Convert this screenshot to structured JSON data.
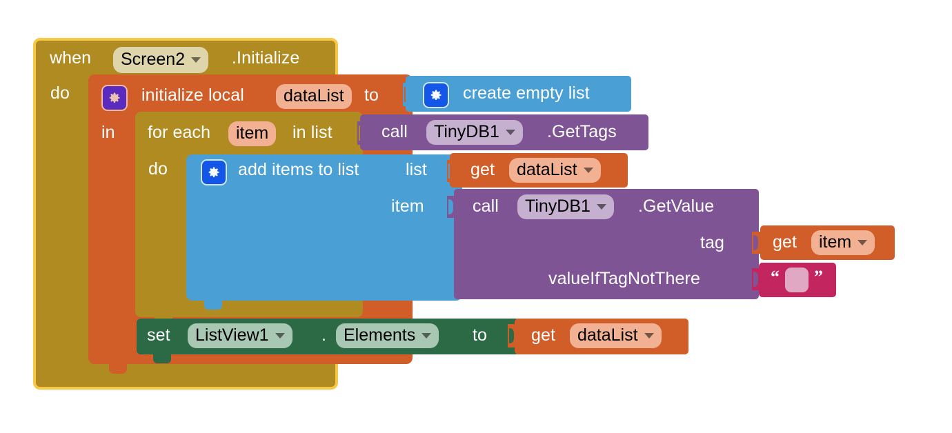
{
  "app": {
    "name": "MIT App Inventor Blocks Editor",
    "canvas_background": "#ffffff"
  },
  "colors": {
    "event_block": "#b08b21",
    "event_block_border": "#f7c843",
    "control_block": "#b08b21",
    "variable_block": "#d15d28",
    "list_block": "#4a9fd4",
    "component_call_block": "#7e5494",
    "component_set_block": "#2b6a45",
    "text_block": "#c3265f",
    "event_field": "#dfd5ab",
    "variable_field": "#f3b193",
    "purple_field": "#c5b0d0",
    "green_field": "#a9c8b4",
    "text_slot": "#e1a8c4",
    "gear_purple": "#5b2bbf",
    "gear_blue": "#1457e8"
  },
  "blocks": {
    "event": {
      "name": "when-screen2-initialize",
      "keyword": "when",
      "component": "Screen2",
      "event": ".Initialize",
      "body_label": "do"
    },
    "init_local": {
      "name": "initialize-local-datalist",
      "gear_icon": "mutator-gear-icon",
      "keyword": "initialize local",
      "variable": "dataList",
      "to_label": "to",
      "in_label": "in"
    },
    "create_empty_list": {
      "name": "create-empty-list",
      "gear_icon": "mutator-gear-icon",
      "label": "create empty list"
    },
    "for_each": {
      "name": "for-each-item-in-list",
      "prefix": "for each",
      "variable": "item",
      "suffix": "in list",
      "body_label": "do"
    },
    "get_tags": {
      "name": "call-tinydb1-gettags",
      "keyword": "call",
      "component": "TinyDB1",
      "method": ".GetTags"
    },
    "add_items": {
      "name": "add-items-to-list",
      "gear_icon": "mutator-gear-icon",
      "label": "add items to list",
      "socket_list": "list",
      "socket_item": "item"
    },
    "get_datalist_1": {
      "name": "get-datalist",
      "keyword": "get",
      "variable": "dataList"
    },
    "get_value": {
      "name": "call-tinydb1-getvalue",
      "keyword": "call",
      "component": "TinyDB1",
      "method": ".GetValue",
      "socket_tag": "tag",
      "socket_default": "valueIfTagNotThere"
    },
    "get_item": {
      "name": "get-item",
      "keyword": "get",
      "variable": "item"
    },
    "empty_text": {
      "name": "empty-string-block",
      "open_quote": "“",
      "close_quote": "”",
      "value": ""
    },
    "set_property": {
      "name": "set-listview1-elements",
      "keyword": "set",
      "component": "ListView1",
      "dot": ".",
      "property": "Elements",
      "to_label": "to"
    },
    "get_datalist_2": {
      "name": "get-datalist",
      "keyword": "get",
      "variable": "dataList"
    }
  }
}
